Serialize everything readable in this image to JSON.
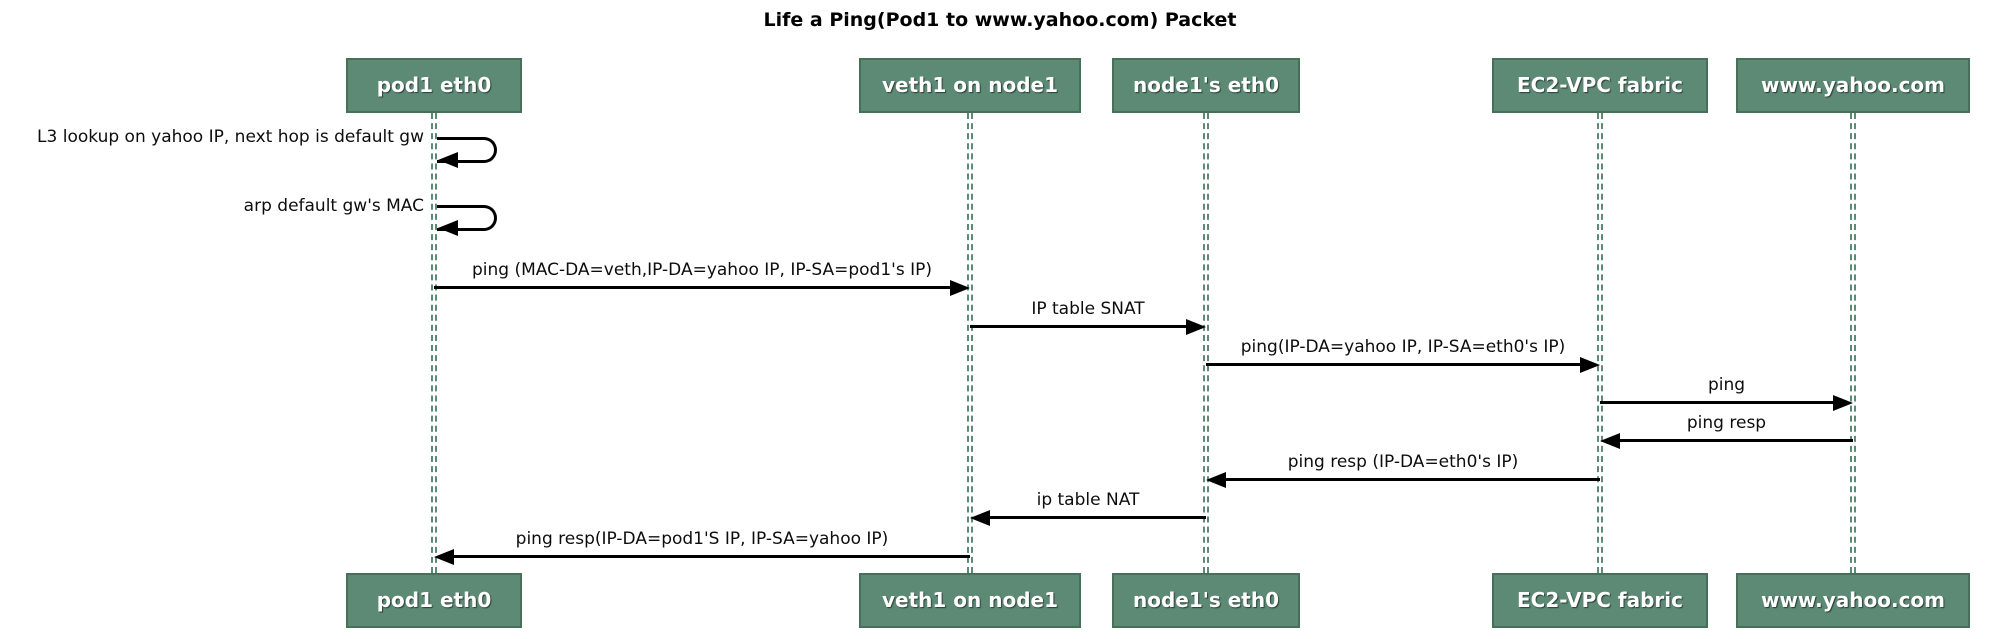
{
  "title": "Life a Ping(Pod1 to www.yahoo.com) Packet",
  "diagram_type": "sequence-diagram",
  "colors": {
    "participant_fill": "#5d8a75",
    "participant_border": "#477059",
    "lifeline": "#5d8a75",
    "arrow": "#000000",
    "background": "#ffffff",
    "participant_text": "#ffffff",
    "message_text": "#0d0d0d"
  },
  "participants": [
    {
      "label": "pod1 eth0"
    },
    {
      "label": "veth1 on node1"
    },
    {
      "label": "node1's eth0"
    },
    {
      "label": "EC2-VPC fabric"
    },
    {
      "label": "www.yahoo.com"
    }
  ],
  "messages": [
    {
      "type": "self",
      "from": "pod1 eth0",
      "to": "pod1 eth0",
      "label": "L3 lookup on yahoo IP, next hop is default gw"
    },
    {
      "type": "self",
      "from": "pod1 eth0",
      "to": "pod1 eth0",
      "label": "arp default gw's MAC"
    },
    {
      "type": "arrow",
      "from": "pod1 eth0",
      "to": "veth1 on node1",
      "label": "ping (MAC-DA=veth,IP-DA=yahoo IP, IP-SA=pod1's IP)"
    },
    {
      "type": "arrow",
      "from": "veth1 on node1",
      "to": "node1's eth0",
      "label": "IP table SNAT"
    },
    {
      "type": "arrow",
      "from": "node1's eth0",
      "to": "EC2-VPC fabric",
      "label": "ping(IP-DA=yahoo IP, IP-SA=eth0's IP)"
    },
    {
      "type": "arrow",
      "from": "EC2-VPC fabric",
      "to": "www.yahoo.com",
      "label": "ping"
    },
    {
      "type": "arrow",
      "from": "www.yahoo.com",
      "to": "EC2-VPC fabric",
      "label": "ping resp"
    },
    {
      "type": "arrow",
      "from": "EC2-VPC fabric",
      "to": "node1's eth0",
      "label": "ping resp (IP-DA=eth0's IP)"
    },
    {
      "type": "arrow",
      "from": "node1's eth0",
      "to": "veth1 on node1",
      "label": "ip table NAT"
    },
    {
      "type": "arrow",
      "from": "veth1 on node1",
      "to": "pod1 eth0",
      "label": "ping resp(IP-DA=pod1'S IP, IP-SA=yahoo IP)"
    }
  ]
}
